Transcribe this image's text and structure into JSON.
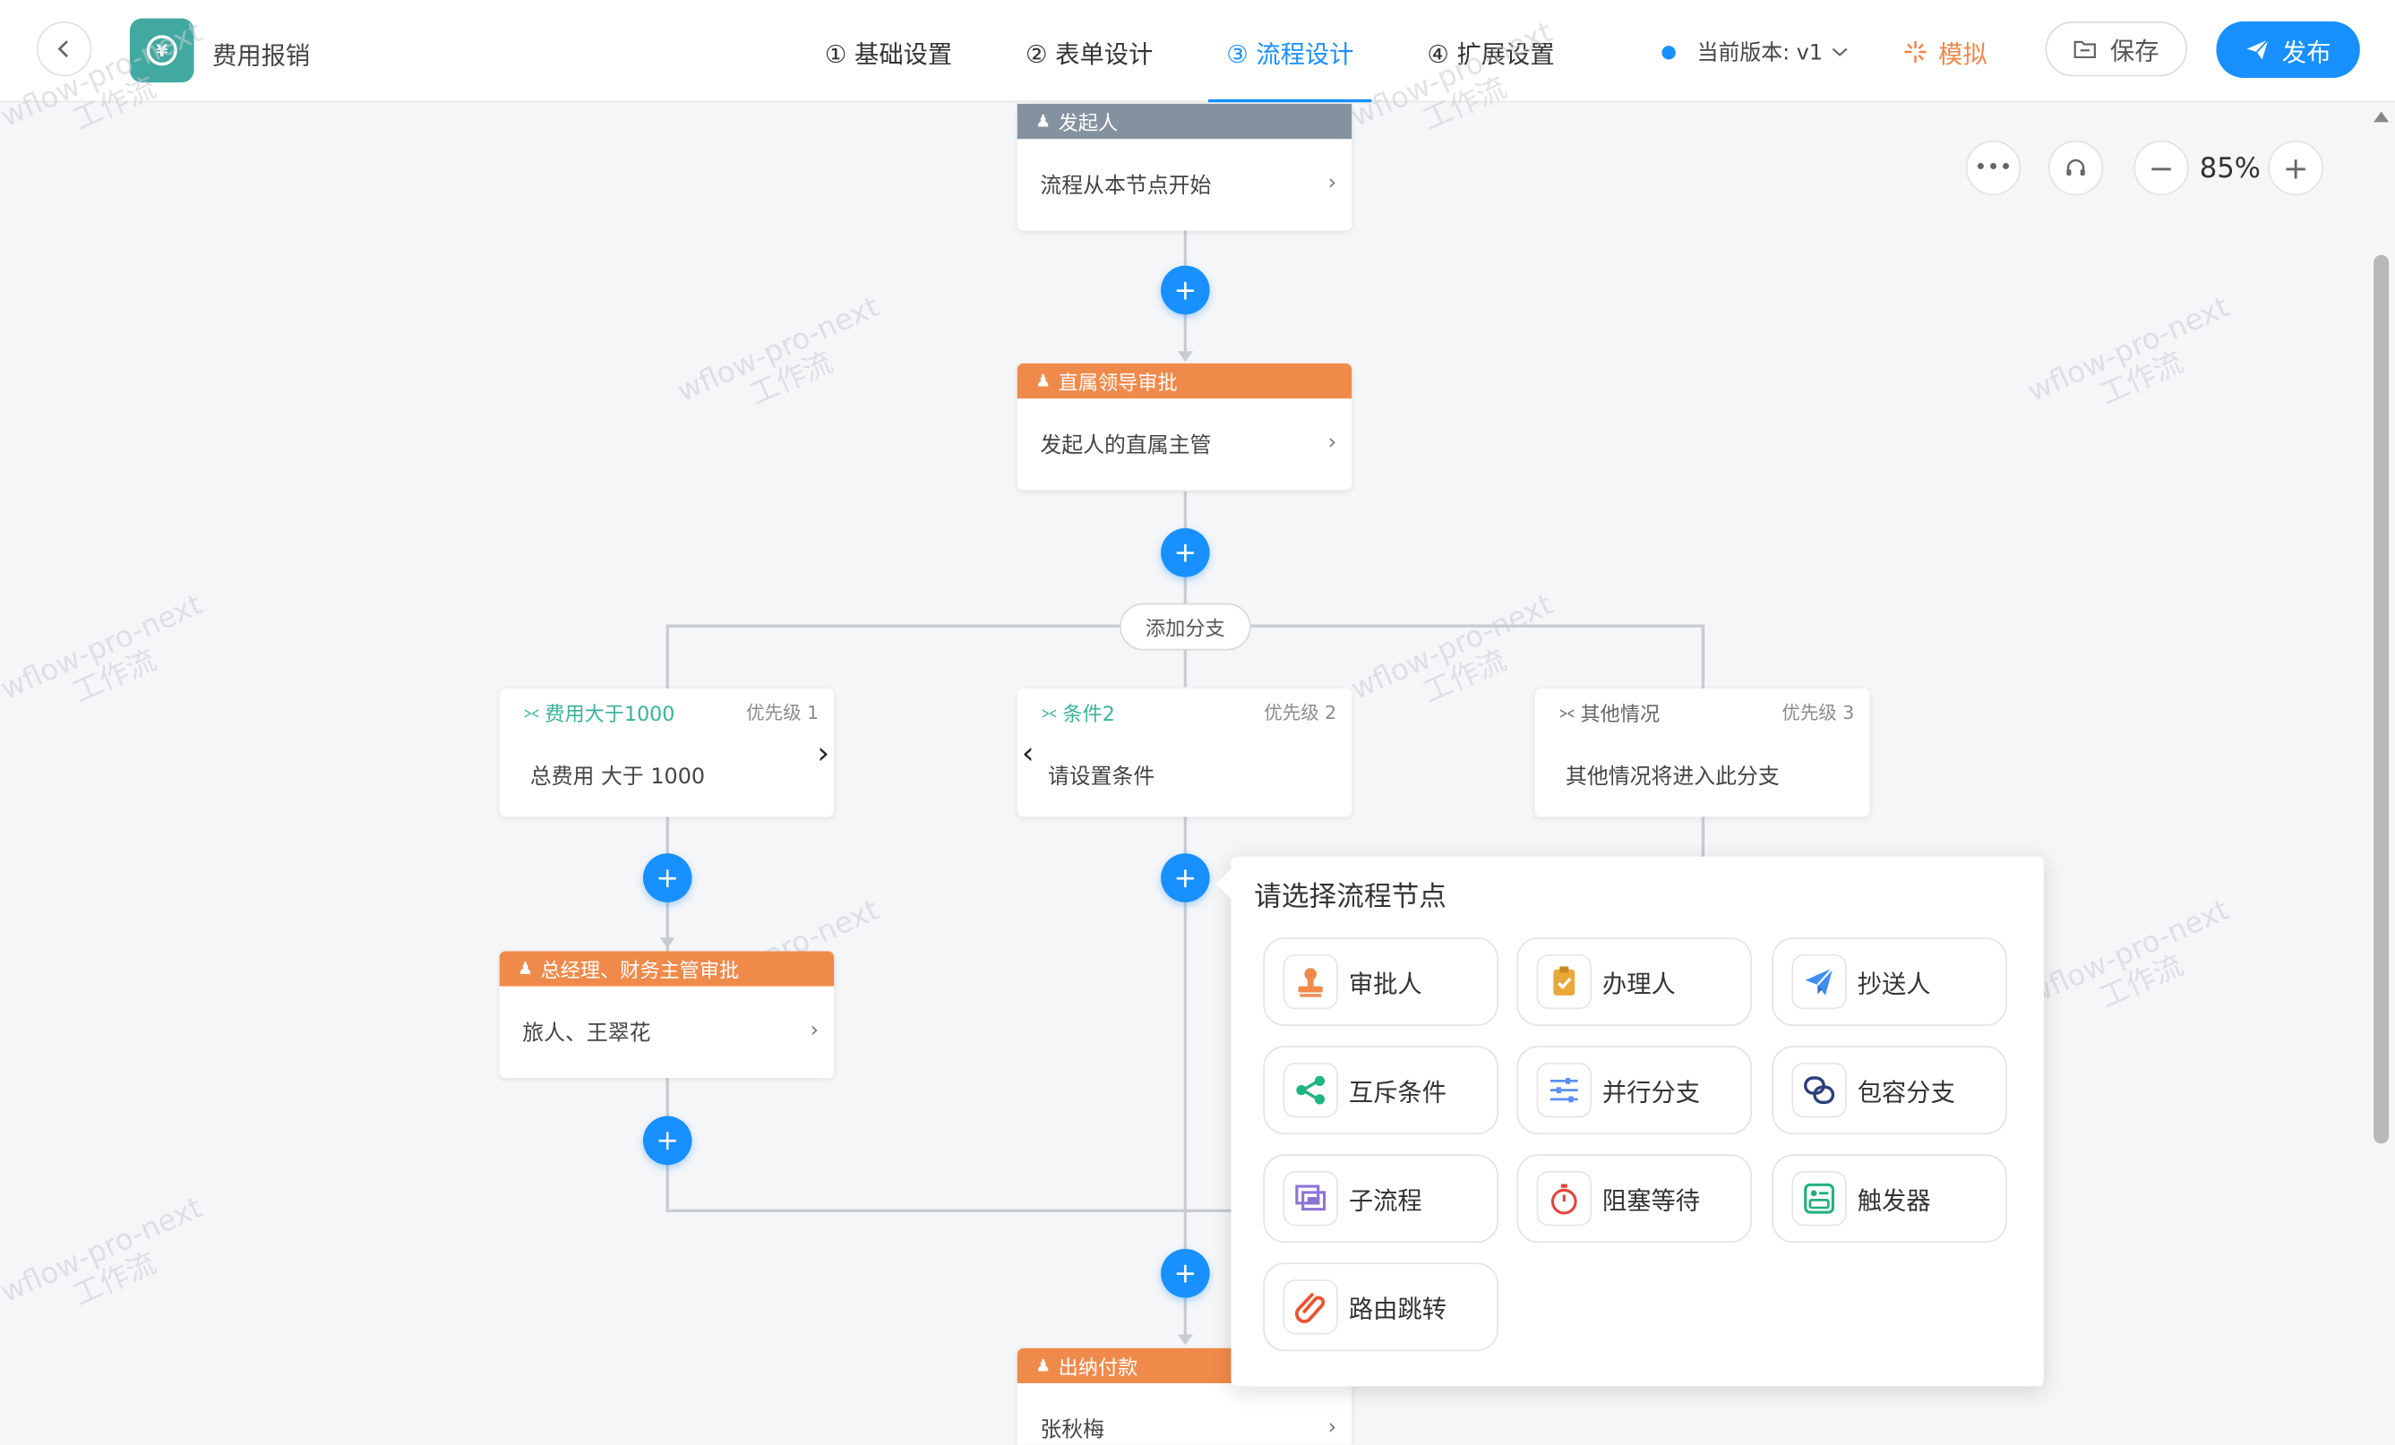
{
  "header": {
    "back_icon": "chevron-left-icon",
    "app_logo_symbol": "¥",
    "app_title": "费用报销",
    "steps": [
      {
        "label": "① 基础设置",
        "active": false
      },
      {
        "label": "② 表单设计",
        "active": false
      },
      {
        "label": "③ 流程设计",
        "active": true
      },
      {
        "label": "④ 扩展设置",
        "active": false
      }
    ],
    "version_label": "当前版本: v1",
    "simulate_label": "模拟",
    "save_label": "保存",
    "publish_label": "发布",
    "accent_color": "#1890ff"
  },
  "toolbar": {
    "more_icon": "more-icon",
    "support_icon": "headset-icon",
    "zoom_value": "85%"
  },
  "watermark": {
    "line1": "wflow-pro-next",
    "line2": "工作流"
  },
  "flow": {
    "initiator": {
      "title": "发起人",
      "desc": "流程从本节点开始",
      "color": "#8492a0"
    },
    "approver1": {
      "title": "直属领导审批",
      "desc": "发起人的直属主管",
      "color": "#f08a4b"
    },
    "add_branch_label": "添加分支",
    "conditions": [
      {
        "title": "费用大于1000",
        "priority": "优先级 1",
        "desc": "总费用 大于 1000",
        "color": "#3ab29b"
      },
      {
        "title": "条件2",
        "priority": "优先级 2",
        "desc": "请设置条件",
        "color": "#3ab29b"
      },
      {
        "title": "其他情况",
        "priority": "优先级 3",
        "desc": "其他情况将进入此分支",
        "color": "#666666"
      }
    ],
    "approver2": {
      "title": "总经理、财务主管审批",
      "desc": "旅人、王翠花",
      "color": "#f08a4b"
    },
    "cashier": {
      "title": "出纳付款",
      "desc": "张秋梅",
      "color": "#f08a4b"
    }
  },
  "popover": {
    "title": "请选择流程节点",
    "items": [
      {
        "label": "审批人",
        "icon": "stamp-icon",
        "color": "#f08a4b"
      },
      {
        "label": "办理人",
        "icon": "clipboard-icon",
        "color": "#e8a93a"
      },
      {
        "label": "抄送人",
        "icon": "paper-plane-icon",
        "color": "#3e8ef0"
      },
      {
        "label": "互斥条件",
        "icon": "share-icon",
        "color": "#1fb57f"
      },
      {
        "label": "并行分支",
        "icon": "sliders-icon",
        "color": "#5b8ff0"
      },
      {
        "label": "包容分支",
        "icon": "link-icon",
        "color": "#2b3f7a"
      },
      {
        "label": "子流程",
        "icon": "subprocess-icon",
        "color": "#8c73d6"
      },
      {
        "label": "阻塞等待",
        "icon": "stopwatch-icon",
        "color": "#e6413c"
      },
      {
        "label": "触发器",
        "icon": "trigger-icon",
        "color": "#23b07d"
      },
      {
        "label": "路由跳转",
        "icon": "paperclip-icon",
        "color": "#e8552e"
      }
    ]
  }
}
